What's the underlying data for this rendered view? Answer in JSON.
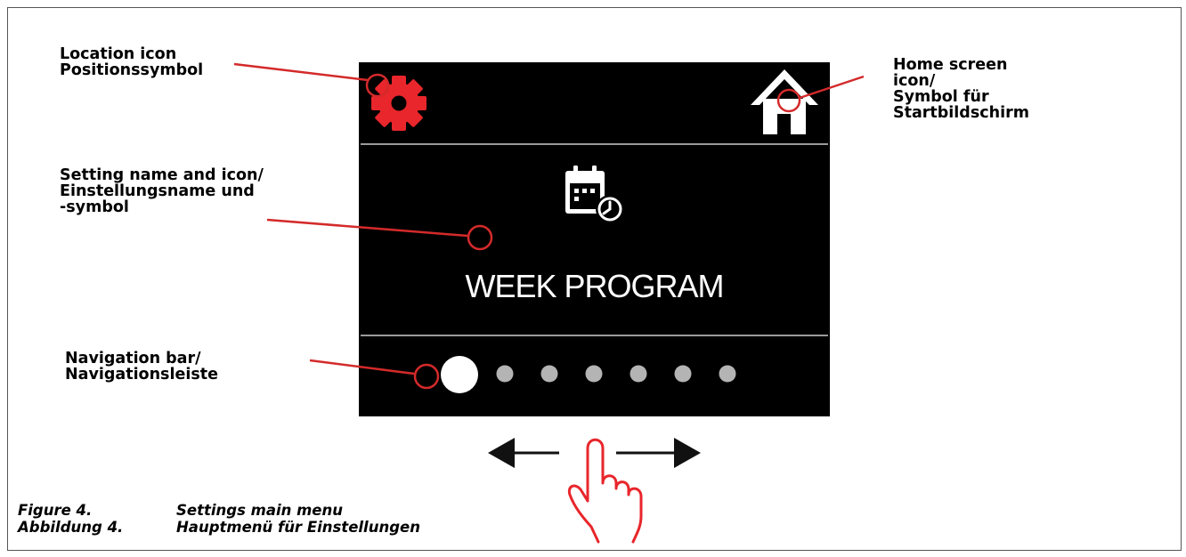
{
  "display": {
    "setting_name": "WEEK PROGRAM",
    "nav_dots_count": 7,
    "active_dot_index": 0
  },
  "callouts": {
    "location_icon": {
      "line1": "Location icon",
      "line2": "Positionssymbol"
    },
    "home_icon": {
      "line1": "Home screen",
      "line2": "icon/",
      "line3": "Symbol für",
      "line4": "Startbildschirm"
    },
    "setting_name": {
      "line1": "Setting name and icon/",
      "line2": "Einstellungsname und",
      "line3": "-symbol"
    },
    "navigation_bar": {
      "line1": "Navigation bar/",
      "line2": "Navigationsleiste"
    }
  },
  "caption": {
    "label_en": "Figure 4.",
    "title_en": "Settings main menu",
    "label_de": "Abbildung 4.",
    "title_de": "Hauptmenü für Einstellungen"
  },
  "icons": {
    "location": "gear-icon",
    "home": "home-icon",
    "setting": "calendar-clock-icon",
    "swipe": "pointing-hand-icon"
  },
  "colors": {
    "accent": "#e8262b",
    "callout": "#d42a2a",
    "screen": "#000000",
    "nav_dot": "#b4b4b4",
    "nav_dot_active": "#ffffff"
  }
}
